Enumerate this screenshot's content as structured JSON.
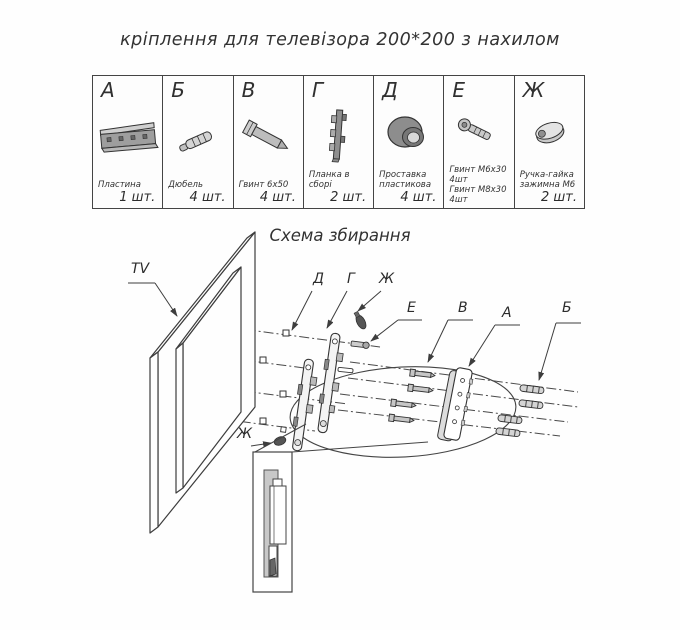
{
  "title": "кріплення для телевізора 200*200 з нахилом",
  "parts_table": {
    "items": [
      {
        "letter": "А",
        "name_lines": [
          "Пластина"
        ],
        "qty": "1 шт."
      },
      {
        "letter": "Б",
        "name_lines": [
          "Дюбель"
        ],
        "qty": "4 шт."
      },
      {
        "letter": "В",
        "name_lines": [
          "Гвинт 6х50"
        ],
        "qty": "4 шт."
      },
      {
        "letter": "Г",
        "name_lines": [
          "Планка в сборі"
        ],
        "qty": "2 шт."
      },
      {
        "letter": "Д",
        "name_lines": [
          "Проставка",
          "пластикова"
        ],
        "qty": "4 шт."
      },
      {
        "letter": "Е",
        "name_lines": [
          "Гвинт М6х30  4шт",
          "Гвинт М8х30  4шт"
        ],
        "qty": ""
      },
      {
        "letter": "Ж",
        "name_lines": [
          "Ручка-гайка",
          "зажимна М6"
        ],
        "qty": "2 шт."
      }
    ]
  },
  "assembly": {
    "heading": "Схема збирання",
    "callouts": {
      "tv": "TV",
      "d": "Д",
      "g": "Г",
      "zh_top": "Ж",
      "e": "Е",
      "v": "В",
      "a": "А",
      "b": "Б",
      "zh_bottom": "Ж"
    }
  },
  "colors": {
    "line": "#3d3d3d",
    "part_gray": "#9e9e9e",
    "dark_gray": "#555555",
    "light_gray": "#d2d2d2"
  }
}
